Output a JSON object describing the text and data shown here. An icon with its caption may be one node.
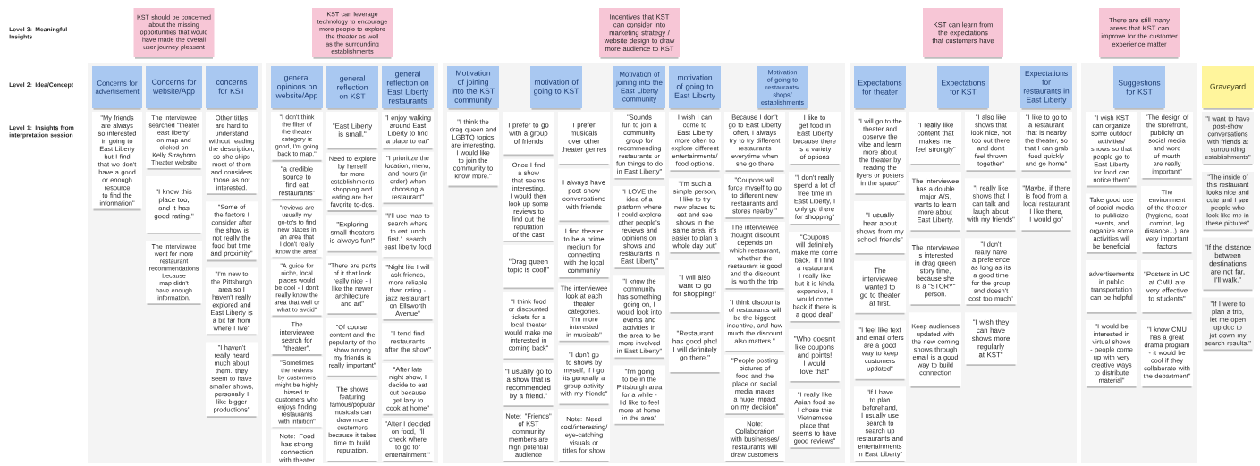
{
  "diagram": {
    "nodes": [
      {
        "text": [
          "KST should be concerned about the missing opportunities that would have made the overall user journey pleasant"
        ]
      },
      {
        "text": [
          "KST can leverage technology to encourage more people to explore the theater as well as the surrounding establishments"
        ]
      },
      {
        "text": [
          "Incentives that KST can consider into marketing strategy / website design to draw more audience to KST"
        ]
      },
      {
        "text": [
          "KST can learn from the expectations that customers have"
        ]
      },
      {
        "text": [
          "There are still many areas that KST can improve for the customer experience matter"
        ]
      },
      {
        "text": [],
        "shape": "box"
      },
      {
        "text": [
          "Concerns for advertisement"
        ],
        "in": 5
      },
      {
        "text": [
          "\"My friends are always so interested in going to East Liberty but I find that we don't have a good or enough resource to find the information\""
        ],
        "in": 5
      },
      {
        "text": [
          "Concerns for website/App"
        ],
        "in": 5
      },
      {
        "text": [
          "The interviewee searched \"theater east liberty\" on map and clicked on Kelly Strayhorn Theater website"
        ],
        "in": 5
      },
      {
        "text": [
          "\"I know this place too, and it has good rating.\""
        ],
        "in": 5
      },
      {
        "text": [
          "The interviewee went for more restaurant recommendations because map didn't have enough information."
        ],
        "in": 5
      },
      {
        "text": [
          "concerns for KST"
        ],
        "in": 5
      },
      {
        "text": [
          "Other titles are hard to understand without reading the description, so she skips most of them and considers those as not interested."
        ],
        "in": 5
      },
      {
        "text": [
          "\"Some of the factors I consider after the show is not really the food but time and proximity\""
        ],
        "in": 5
      },
      {
        "text": [
          "\"I'm new to the Pittsburgh area so I haven't really explored and East Liberty is a bit far from where I live\""
        ],
        "in": 5
      },
      {
        "text": [
          "\"I haven't really heard much about them. they seem to have smaller shows, personally I like bigger productions\""
        ],
        "in": 5
      },
      {
        "text": [],
        "shape": "box"
      },
      {
        "text": [
          "general opinions on website/App"
        ],
        "in": 17
      },
      {
        "text": [
          "\"I don't think the filter of the theater category is good, I'm going back to map.\""
        ],
        "in": 17
      },
      {
        "text": [
          "\"a credible source to find eat restaurants\""
        ],
        "in": 17
      },
      {
        "text": [
          "\"reviews are usually my go-to's to find new places in an area that I don't really know the area\""
        ],
        "in": 17
      },
      {
        "text": [
          "\"A guide for niche, local places would be cool - I don't really know the area that well or what to avoid\""
        ],
        "in": 17
      },
      {
        "text": [
          "The interviewee search for \"theater\"."
        ],
        "in": 17
      },
      {
        "text": [
          "\"Sometimes the reviews by customers might be highly biased to customers who enjoys finding restaurants with intuition\""
        ],
        "in": 17
      },
      {
        "text": [
          "Note: Food has strong connection with theater"
        ],
        "in": 17
      },
      {
        "text": [
          "general reflection on KST"
        ],
        "in": 17
      },
      {
        "text": [
          "\"East Liberty is small.\""
        ],
        "in": 17
      },
      {
        "text": [
          "Need to explore by herself for more establishments shopping and eating are her favorite to-dos."
        ],
        "in": 17
      },
      {
        "text": [
          "\"Exploring small theaters is always fun!\""
        ],
        "in": 17
      },
      {
        "text": [
          "\"There are parts of it that look really nice - I like the newer architecture and art\""
        ],
        "in": 17
      },
      {
        "text": [
          "\"Of course, content and the popularity of the show among my friends is really important\""
        ],
        "in": 17
      },
      {
        "text": [
          "The shows featuring famous/popular musicals can draw more customers because it takes time to build reputation."
        ],
        "in": 17
      },
      {
        "text": [
          "general reflection on East Liberty restaurants"
        ],
        "in": 17
      },
      {
        "text": [
          "\"I enjoy walking around East Liberty to find a place to eat\""
        ],
        "in": 17
      },
      {
        "text": [
          "\"I prioritize the location, menu, and hours (in order) when choosing a restaurant\""
        ],
        "in": 17
      },
      {
        "text": [
          "\"I'll use map to search where to eat lunch first.\" search: east liberty food"
        ],
        "in": 17
      },
      {
        "text": [
          "\"Night life I will ask friends, more reliable than rating - jazz restaurant on Ellsworth Avenue\""
        ],
        "in": 17
      },
      {
        "text": [
          "\"I tend find restaurants after the show\""
        ],
        "in": 17
      },
      {
        "text": [
          "\"After late night show, I decide to eat out because get lazy to cook at home\""
        ],
        "in": 17
      },
      {
        "text": [
          "\"After I decided on food, I'll check where to go for entertainment.\""
        ],
        "in": 17
      },
      {
        "text": [],
        "shape": "box"
      },
      {
        "text": [
          "Motivation of joining into the KST community"
        ],
        "in": 41
      },
      {
        "text": [
          "\"I think the drag queen and LGBTQ topics are interesting. I would like to join the community to know more.\""
        ],
        "in": 41
      },
      {
        "text": [
          "motivation of going to KST"
        ],
        "in": 41
      },
      {
        "text": [
          "I prefer to go with a group of friends"
        ],
        "in": 41
      },
      {
        "text": [
          "Once I find a show that seems interesting, I would then look up some reviews to find out the reputation of the cast"
        ],
        "in": 41
      },
      {
        "text": [
          "\"Drag queen topic is cool!\""
        ],
        "in": 41
      },
      {
        "text": [
          "\"I think food or discounted tickets for a local theater would make me interested in coming back\""
        ],
        "in": 41
      },
      {
        "text": [
          "\"I usually go to a show that is recommended by a friend.\""
        ],
        "in": 41
      },
      {
        "text": [
          "Note: \"Friends\" of KST community members are high potential audience"
        ],
        "in": 41
      },
      {
        "text": [
          "I prefer musicals over other theater genres"
        ],
        "in": 41
      },
      {
        "text": [
          "I always have post-show conversations with friends"
        ],
        "in": 41
      },
      {
        "text": [
          "I find theater to be a prime medium for connecting with the local community"
        ],
        "in": 41
      },
      {
        "text": [
          "The interviewee look at each theater categories. \"I'm more interested in musicals\""
        ],
        "in": 41
      },
      {
        "text": [
          "\"I don't go to shows by myself, if I go its generally a group activity with my friends\""
        ],
        "in": 41
      },
      {
        "text": [
          "Note: Need cool/interesting/eye-catching visuals or titles for show"
        ],
        "in": 41
      },
      {
        "text": [
          "Motivation of joining into the East Liberty community"
        ],
        "in": 41
      },
      {
        "text": [
          "\"Sounds fun to join a community group for recommending restaurants or fun things to do in East Liberty\""
        ],
        "in": 41
      },
      {
        "text": [
          "\"I LOVE the idea of a platform where I could explore other people's reviews and opinions on shows and restaurants in East Liberty\""
        ],
        "in": 41
      },
      {
        "text": [
          "\"I know the community has something going on, I would look into events and activities in the area to be more involved in East Liberty\""
        ],
        "in": 41
      },
      {
        "text": [
          "\"I'm going to be in the Pittsburgh area for a while - I'd like to feel more at home in the area\""
        ],
        "in": 41
      },
      {
        "text": [
          "motivation of going to East Liberty"
        ],
        "in": 41
      },
      {
        "text": [
          "I wish I can come to East Liberty more often to explore different entertainments/food options."
        ],
        "in": 41
      },
      {
        "text": [
          "\"I'm such a simple person, I like to try new places to eat and see shows in the same area, it's easier to plan a whole day out\""
        ],
        "in": 41
      },
      {
        "text": [
          "\"I will also want to go for shopping!\""
        ],
        "in": 41
      },
      {
        "text": [
          "\"Restaurant has good pho! I will definitely go there.\""
        ],
        "in": 41
      },
      {
        "text": [
          "Motivation of going to restaurants/shops/establishments"
        ],
        "in": 41
      },
      {
        "text": [
          "Because I don't go to East Liberty often, I always try to try different restaurants everytime when she go there"
        ],
        "in": 41
      },
      {
        "text": [
          "\"Coupons will force myself to go to different new restaurants and stores nearby!\""
        ],
        "in": 41
      },
      {
        "text": [
          "The interviewee thought discount depends on which restaurant, whether the restaurant is good and the discount is worth the trip"
        ],
        "in": 41
      },
      {
        "text": [
          "\"I think discounts of restaurants will be the biggest incentive, and how much the discount also matters.\""
        ],
        "in": 41
      },
      {
        "text": [
          "\"People posting pictures of food and the place on social media makes a huge impact on my decision\""
        ],
        "in": 41
      },
      {
        "text": [
          "Note: Collaboration with businesses/restaurants will draw customers"
        ],
        "in": 41
      },
      {
        "text": [
          "I like to get food in East Liberty because there is a variety of options"
        ],
        "in": 41
      },
      {
        "text": [
          "\"I don't really spend a lot of free time in East Liberty, I only go there for shopping\""
        ],
        "in": 41
      },
      {
        "text": [
          "\"Coupons will definitely make me come back. If I find a restaurant I really like but it is kinda expensive, I would come back if there is a good deal\""
        ],
        "in": 41
      },
      {
        "text": [
          "\"Who doesn't like coupons and points! I would love that\""
        ],
        "in": 41
      },
      {
        "text": [
          "\"I really like Asian food so I chose this Vietnamese place that seems to have good reviews\""
        ],
        "in": 41
      },
      {
        "text": [],
        "shape": "box"
      },
      {
        "text": [
          "Expectations for theater"
        ],
        "in": 79
      },
      {
        "text": [
          "\"I will go to the theater and observe the vibe and learn more about the theater by reading the flyers or posters in the space\""
        ],
        "in": 79
      },
      {
        "text": [
          "\"I usually hear about shows from my school friends\""
        ],
        "in": 79
      },
      {
        "text": [
          "The interviewee wanted to go to theater at first."
        ],
        "in": 79
      },
      {
        "text": [
          "\"I feel like text and email offers are a good way to keep customers updated\""
        ],
        "in": 79
      },
      {
        "text": [
          "\"If I have to plan beforehand, I usually use search to search up restaurants and entertainments in East Liberty\""
        ],
        "in": 79
      },
      {
        "text": [
          "Expectations for KST"
        ],
        "in": 79
      },
      {
        "text": [
          "\"I really like content that makes me feel strongly\""
        ],
        "in": 79
      },
      {
        "text": [
          "The interviewee has a double major A/S, wants to learn more about East Liberty."
        ],
        "in": 79
      },
      {
        "text": [
          "The interviewee is interested in drag queen story time, because she is a \"STORY\" person."
        ],
        "in": 79
      },
      {
        "text": [
          "Keep audiences updated with the new coming shows through email is a good way to build connection"
        ],
        "in": 79
      },
      {
        "text": [
          "\"I also like shows that look nice, not too out there and don't feel thrown together\""
        ],
        "in": 79
      },
      {
        "text": [
          "\"I really like shows that I can talk and laugh about with my friends\""
        ],
        "in": 79
      },
      {
        "text": [
          "\"I don't really have a preference as long as its a good time for the group and doesn't cost too much\""
        ],
        "in": 79
      },
      {
        "text": [
          "\"I wish they can have shows more regularly at KST\""
        ],
        "in": 79
      },
      {
        "text": [
          "Expectations for restaurants in East Liberty"
        ],
        "in": 79
      },
      {
        "text": [
          "\"I like to go to a restaurant that is nearby the theater, so that I can grab food quickly and go home\""
        ],
        "in": 79
      },
      {
        "text": [
          "\"Maybe, if there is food from a local restaurant I like there, I would go\""
        ],
        "in": 79
      },
      {
        "text": [],
        "shape": "box"
      },
      {
        "text": [
          "Suggestions for KST"
        ],
        "in": 98
      },
      {
        "text": [
          "\"I wish KST can organize some outdoor activities/shows so that people go to East Liberty for food can notice them\""
        ],
        "in": 98
      },
      {
        "text": [
          "Take good use of social media to publicize events, and organize some activities will be beneficial"
        ],
        "in": 98
      },
      {
        "text": [
          "advertisements in public transportation can be helpful"
        ],
        "in": 98
      },
      {
        "text": [
          "\"I would be interested in virtual shows - people come up with very creative ways to distribute material\""
        ],
        "in": 98
      },
      {
        "text": [
          "\"The design of the storefront, publicity on social media and word of mouth are really important\""
        ],
        "in": 98
      },
      {
        "text": [
          "The environment of the theater (hygiene, seat comfort, leg distance...) are very important factors"
        ],
        "in": 98
      },
      {
        "text": [
          "\"Posters in UC at CMU are very effective to students\""
        ],
        "in": 98
      },
      {
        "text": [
          "\"I know CMU has a great drama program - it would be cool if they collaborate with the department\""
        ],
        "in": 98
      },
      {
        "text": [
          "Graveyard"
        ]
      },
      {
        "text": [
          "\"I want to have post-show conversations with friends at surrounding establishments\""
        ]
      },
      {
        "text": [
          "\"The inside of this restaurant looks nice and cute and I see people who look like me in these pictures\""
        ]
      },
      {
        "text": [
          "\"If the distance between destinations are not far, I'll walk.\""
        ]
      },
      {
        "text": [
          "\"If I were to plan a trip, let me open up doc to jot down my search results.\""
        ]
      }
    ],
    "labels": [
      "Level 3: Meaningful Insights",
      "Level 2: Idea/Concept",
      "Level 1: Insights from interpretation session"
    ]
  }
}
